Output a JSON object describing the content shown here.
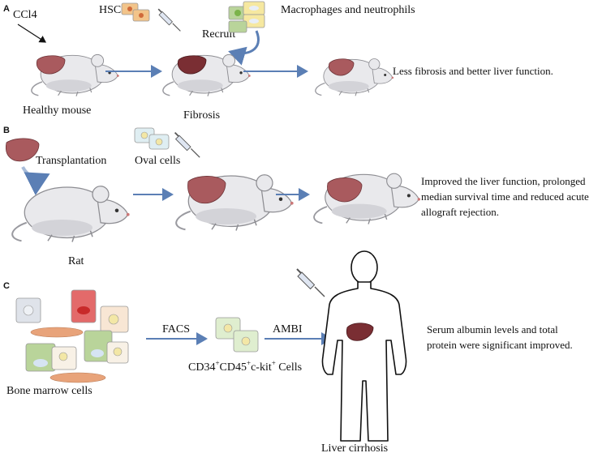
{
  "panels": {
    "a": {
      "label": "A",
      "ccl4": "CCl4",
      "hscs": "HSCs",
      "recruit": "Recruit",
      "macrophages": "Macrophages and neutrophils",
      "healthy": "Healthy mouse",
      "fibrosis": "Fibrosis",
      "outcome": "Less fibrosis and better liver function."
    },
    "b": {
      "label": "B",
      "transplantation": "Transplantation",
      "oval": "Oval cells",
      "rat": "Rat",
      "outcome_line1": "Improved the liver function, prolonged",
      "outcome_line2": "median survival time and reduced acute",
      "outcome_line3": "allograft rejection."
    },
    "c": {
      "label": "C",
      "facs": "FACS",
      "ambi": "AMBI",
      "bone_marrow": "Bone marrow cells",
      "cd_cd34": "CD34",
      "cd_cd45": "CD45",
      "cd_ckit": "c-kit",
      "cd_cells": " Cells",
      "plus": "+",
      "liver_cirrhosis": "Liver cirrhosis",
      "outcome_line1": "Serum albumin levels and total",
      "outcome_line2": "protein were significant improved."
    }
  },
  "colors": {
    "arrow": "#5b7fb5",
    "liver": "#a95a5e",
    "liver_fibrotic": "#7a2e33",
    "hsc_cell": "#f2c48a",
    "oval_cell": "#dfeef2",
    "bm_green": "#b9d49a",
    "bm_red": "#e36a6a"
  }
}
